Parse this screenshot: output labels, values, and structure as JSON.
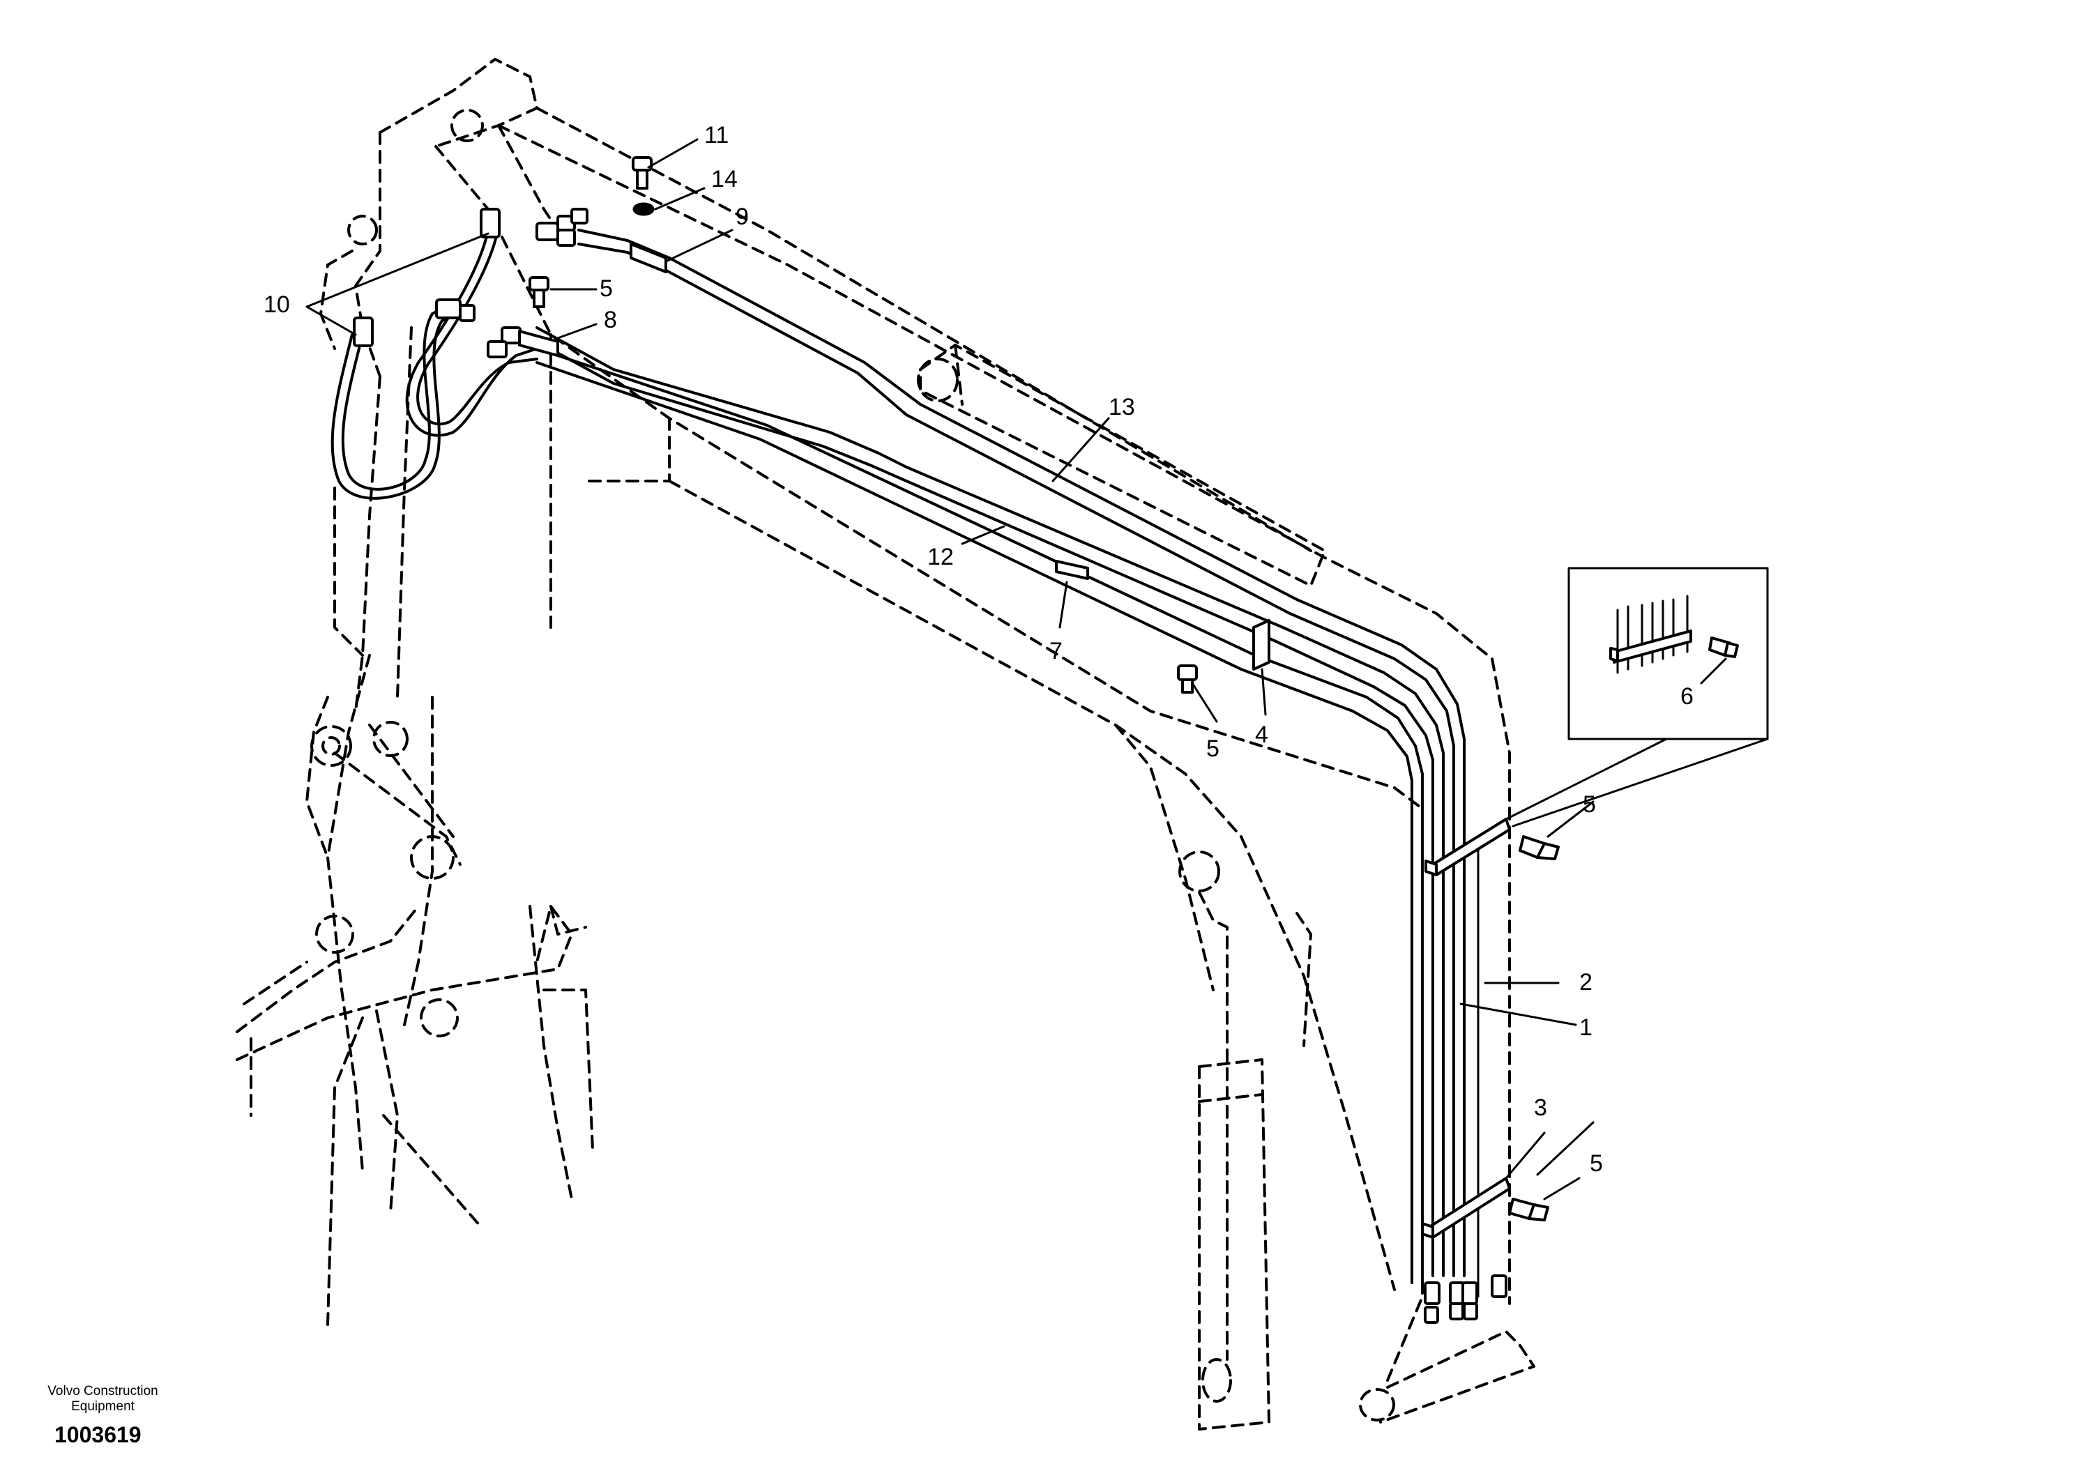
{
  "diagram": {
    "callouts": [
      {
        "id": "c1",
        "label": "1"
      },
      {
        "id": "c2",
        "label": "2"
      },
      {
        "id": "c3",
        "label": "3"
      },
      {
        "id": "c4",
        "label": "4"
      },
      {
        "id": "c5a",
        "label": "5"
      },
      {
        "id": "c5b",
        "label": "5"
      },
      {
        "id": "c5c",
        "label": "5"
      },
      {
        "id": "c5d",
        "label": "5"
      },
      {
        "id": "c6",
        "label": "6"
      },
      {
        "id": "c7",
        "label": "7"
      },
      {
        "id": "c8",
        "label": "8"
      },
      {
        "id": "c9",
        "label": "9"
      },
      {
        "id": "c10",
        "label": "10"
      },
      {
        "id": "c11",
        "label": "11"
      },
      {
        "id": "c12",
        "label": "12"
      },
      {
        "id": "c13",
        "label": "13"
      },
      {
        "id": "c14",
        "label": "14"
      }
    ]
  },
  "footer": {
    "brand_line1": "Volvo Construction",
    "brand_line2": "Equipment",
    "doc_number": "1003619"
  }
}
